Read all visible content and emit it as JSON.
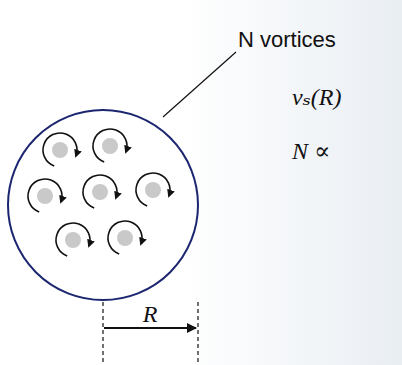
{
  "diagram": {
    "labels": [
      "N vortices",
      "vₛ(R)",
      "N ∝",
      "R"
    ]
  }
}
